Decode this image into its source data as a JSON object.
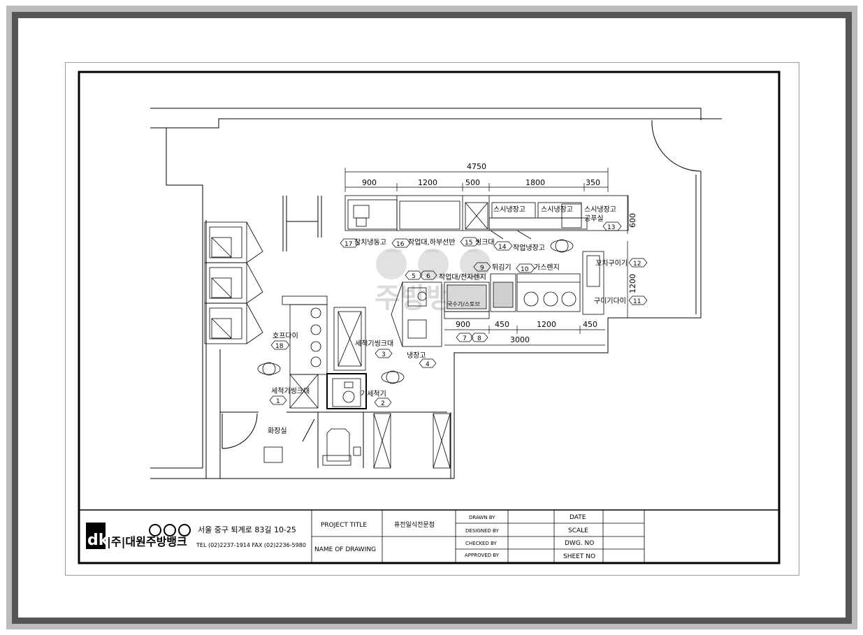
{
  "company": {
    "logo_text": "dk",
    "name": "|주|대원주방뱅크",
    "address": "서울 중구 퇴계로 83길 10-25",
    "contact": "TEL (02)2237-1914 FAX (02)2236-5980"
  },
  "title_block": {
    "project_title_label": "PROJECT TITLE",
    "project_title_value": "퓨전일식전문점",
    "name_of_drawing_label": "NAME OF DRAWING",
    "drawn_by_label": "DRAWN BY",
    "designed_by_label": "DESIGNED BY",
    "checked_by_label": "CHECKED BY",
    "approved_by_label": "APPROVED BY",
    "date_label": "DATE",
    "scale_label": "SCALE",
    "dwg_no_label": "DWG. NO",
    "sheet_no_label": "SHEET NO"
  },
  "watermark": {
    "brands": [
      "DAEWON",
      "JUBANG",
      "BANK"
    ],
    "text": "주방뱅크"
  },
  "dimensions": {
    "total_top": "4750",
    "top_segments": [
      "900",
      "1200",
      "500",
      "1800",
      "350"
    ],
    "right_600": "600",
    "right_1200": "1200",
    "bottom_segments": [
      "900",
      "450",
      "1200",
      "450"
    ],
    "bottom_total": "3000"
  },
  "equipment": [
    {
      "no": "1",
      "label": "세척기씽크대"
    },
    {
      "no": "2",
      "label": "기세척기"
    },
    {
      "no": "3",
      "label": "세척기씽크대"
    },
    {
      "no": "4",
      "label": "냉장고"
    },
    {
      "no": "5",
      "label": ""
    },
    {
      "no": "6",
      "label": "작업대/전자렌지"
    },
    {
      "no": "7",
      "label": ""
    },
    {
      "no": "8",
      "label": ""
    },
    {
      "no": "9",
      "label": "튀김기"
    },
    {
      "no": "10",
      "label": "가스렌지"
    },
    {
      "no": "11",
      "label": "구이기다이"
    },
    {
      "no": "12",
      "label": "꼬치구이기"
    },
    {
      "no": "13",
      "label": "스시냉장고"
    },
    {
      "no": "14",
      "label": "작업냉장고"
    },
    {
      "no": "15",
      "label": "씽크대"
    },
    {
      "no": "16",
      "label": "작업대,하부선반"
    },
    {
      "no": "17",
      "label": "참치냉동고"
    },
    {
      "no": "18",
      "label": "호프다이"
    }
  ],
  "labels": {
    "sushi_fridge_1": "스시냉장고",
    "sushi_fridge_2": "스시냉장고",
    "gongpyo": "공푸실",
    "toilet": "화장실",
    "soup_warmer": "국수기/스토브"
  }
}
